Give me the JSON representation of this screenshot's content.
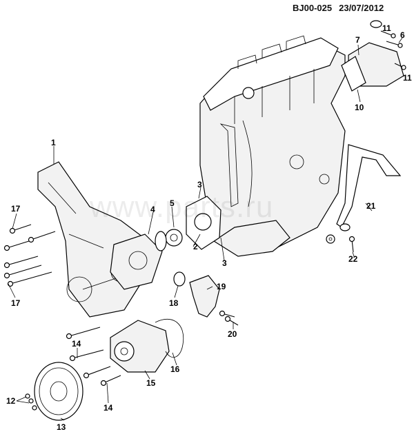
{
  "header": {
    "code": "BJ00-025",
    "date": "23/07/2012"
  },
  "watermark": "www.parts.ru",
  "callouts": [
    {
      "id": "c1",
      "text": "1"
    },
    {
      "id": "c2",
      "text": "2"
    },
    {
      "id": "c3a",
      "text": "3"
    },
    {
      "id": "c3b",
      "text": "3"
    },
    {
      "id": "c4",
      "text": "4"
    },
    {
      "id": "c5",
      "text": "5"
    },
    {
      "id": "c6",
      "text": "6"
    },
    {
      "id": "c7",
      "text": "7"
    },
    {
      "id": "c10",
      "text": "10"
    },
    {
      "id": "c11a",
      "text": "11"
    },
    {
      "id": "c11b",
      "text": "11"
    },
    {
      "id": "c12",
      "text": "12"
    },
    {
      "id": "c13",
      "text": "13"
    },
    {
      "id": "c14a",
      "text": "14"
    },
    {
      "id": "c14b",
      "text": "14"
    },
    {
      "id": "c15",
      "text": "15"
    },
    {
      "id": "c16",
      "text": "16"
    },
    {
      "id": "c17a",
      "text": "17"
    },
    {
      "id": "c17b",
      "text": "17"
    },
    {
      "id": "c18",
      "text": "18"
    },
    {
      "id": "c19",
      "text": "19"
    },
    {
      "id": "c20",
      "text": "20"
    },
    {
      "id": "c21",
      "text": "21"
    },
    {
      "id": "c22",
      "text": "22"
    }
  ]
}
